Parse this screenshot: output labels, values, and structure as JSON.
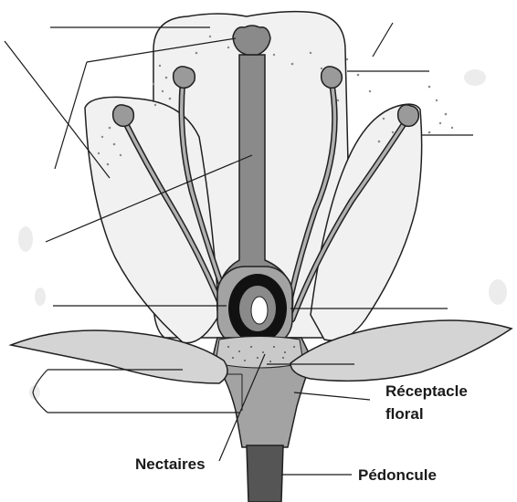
{
  "labels": {
    "receptacle_line1": "Réceptacle",
    "receptacle_line2": "floral",
    "nectaries": "Nectaires",
    "peduncle": "Pédoncule"
  },
  "colors": {
    "petal": "#f1f1f1",
    "sepal": "#d4d4d4",
    "receptacle": "#a3a3a3",
    "style": "#8a8a8a",
    "peduncle": "#555555",
    "ovary_wall": "#111111",
    "outline": "#202020"
  }
}
